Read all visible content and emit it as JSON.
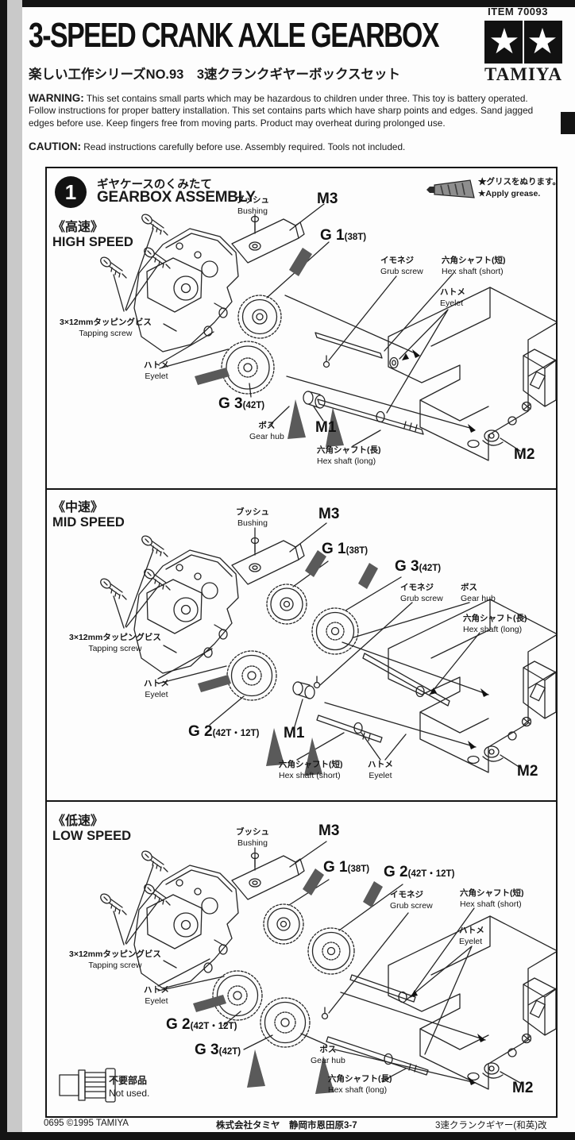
{
  "page": {
    "item_no": "ITEM 70093",
    "title": "3-SPEED CRANK AXLE GEARBOX",
    "subtitle_jp": "楽しい工作シリーズNO.93　3速クランクギヤーボックスセット",
    "brand": "TAMIYA",
    "warning_label": "WARNING:",
    "warning_text": "This set contains small parts which may be hazardous to children under three. This toy is battery operated. Follow instructions for proper battery installation. This set contains parts which have sharp points and edges. Sand jagged edges before use. Keep fingers free from moving parts. Product may overheat during prolonged use.",
    "caution_label": "CAUTION:",
    "caution_text": "Read instructions carefully before use. Assembly required. Tools not included."
  },
  "step": {
    "number": "1",
    "title_jp": "ギヤケースのくみたて",
    "title_en": "GEARBOX ASSEMBLY",
    "grease_jp": "★グリスをぬります。",
    "grease_en": "★Apply grease."
  },
  "sections": [
    {
      "name_jp": "《高速》",
      "name_en": "HIGH SPEED",
      "labels": {
        "bushing": {
          "jp": "ブッシュ",
          "en": "Bushing"
        },
        "m3": "M3",
        "g1": {
          "main": "G 1",
          "sub": "(38T)"
        },
        "grub": {
          "jp": "イモネジ",
          "en": "Grub screw"
        },
        "hex_short": {
          "jp": "六角シャフト(短)",
          "en": "Hex shaft (short)"
        },
        "eyelet_right": {
          "jp": "ハトメ",
          "en": "Eyelet"
        },
        "tapping": {
          "jp": "3×12mmタッピングビス",
          "en": "Tapping screw"
        },
        "eyelet_left": {
          "jp": "ハトメ",
          "en": "Eyelet"
        },
        "g3": {
          "main": "G 3",
          "sub": "(42T)"
        },
        "hub": {
          "jp": "ボス",
          "en": "Gear hub"
        },
        "m1": "M1",
        "hex_long": {
          "jp": "六角シャフト(長)",
          "en": "Hex shaft (long)"
        },
        "m2": "M2"
      }
    },
    {
      "name_jp": "《中速》",
      "name_en": "MID SPEED",
      "labels": {
        "bushing": {
          "jp": "ブッシュ",
          "en": "Bushing"
        },
        "m3": "M3",
        "g1": {
          "main": "G 1",
          "sub": "(38T)"
        },
        "g3": {
          "main": "G 3",
          "sub": "(42T)"
        },
        "grub": {
          "jp": "イモネジ",
          "en": "Grub screw"
        },
        "hub": {
          "jp": "ボス",
          "en": "Gear hub"
        },
        "hex_long": {
          "jp": "六角シャフト(長)",
          "en": "Hex shaft (long)"
        },
        "tapping": {
          "jp": "3×12mmタッピングビス",
          "en": "Tapping screw"
        },
        "eyelet_left": {
          "jp": "ハトメ",
          "en": "Eyelet"
        },
        "g2": {
          "main": "G 2",
          "sub": "(42T・12T)"
        },
        "m1": "M1",
        "hex_short": {
          "jp": "六角シャフト(短)",
          "en": "Hex shaft (short)"
        },
        "eyelet_bottom": {
          "jp": "ハトメ",
          "en": "Eyelet"
        },
        "m2": "M2"
      }
    },
    {
      "name_jp": "《低速》",
      "name_en": "LOW SPEED",
      "labels": {
        "bushing": {
          "jp": "ブッシュ",
          "en": "Bushing"
        },
        "m3": "M3",
        "g1": {
          "main": "G 1",
          "sub": "(38T)"
        },
        "g2_top": {
          "main": "G 2",
          "sub": "(42T・12T)"
        },
        "grub": {
          "jp": "イモネジ",
          "en": "Grub screw"
        },
        "hex_short": {
          "jp": "六角シャフト(短)",
          "en": "Hex shaft (short)"
        },
        "eyelet_right": {
          "jp": "ハトメ",
          "en": "Eyelet"
        },
        "tapping": {
          "jp": "3×12mmタッピングビス",
          "en": "Tapping screw"
        },
        "eyelet_left": {
          "jp": "ハトメ",
          "en": "Eyelet"
        },
        "g2": {
          "main": "G 2",
          "sub": "(42T・12T)"
        },
        "g3": {
          "main": "G 3",
          "sub": "(42T)"
        },
        "hub": {
          "jp": "ボス",
          "en": "Gear hub"
        },
        "hex_long": {
          "jp": "六角シャフト(長)",
          "en": "Hex shaft (long)"
        },
        "m2": "M2"
      }
    }
  ],
  "not_used": {
    "jp": "不要部品",
    "en": "Not used."
  },
  "footer": {
    "left": "0695 ©1995 TAMIYA",
    "center": "株式会社タミヤ　静岡市恩田原3-7",
    "right": "3速クランクギヤー(和英)改"
  },
  "icons": {
    "logo_star": "★"
  },
  "colors": {
    "ink": "#1a1a1a",
    "arrow_gray": "#5a5a5a",
    "scan_edge": "#c9c9c9"
  }
}
